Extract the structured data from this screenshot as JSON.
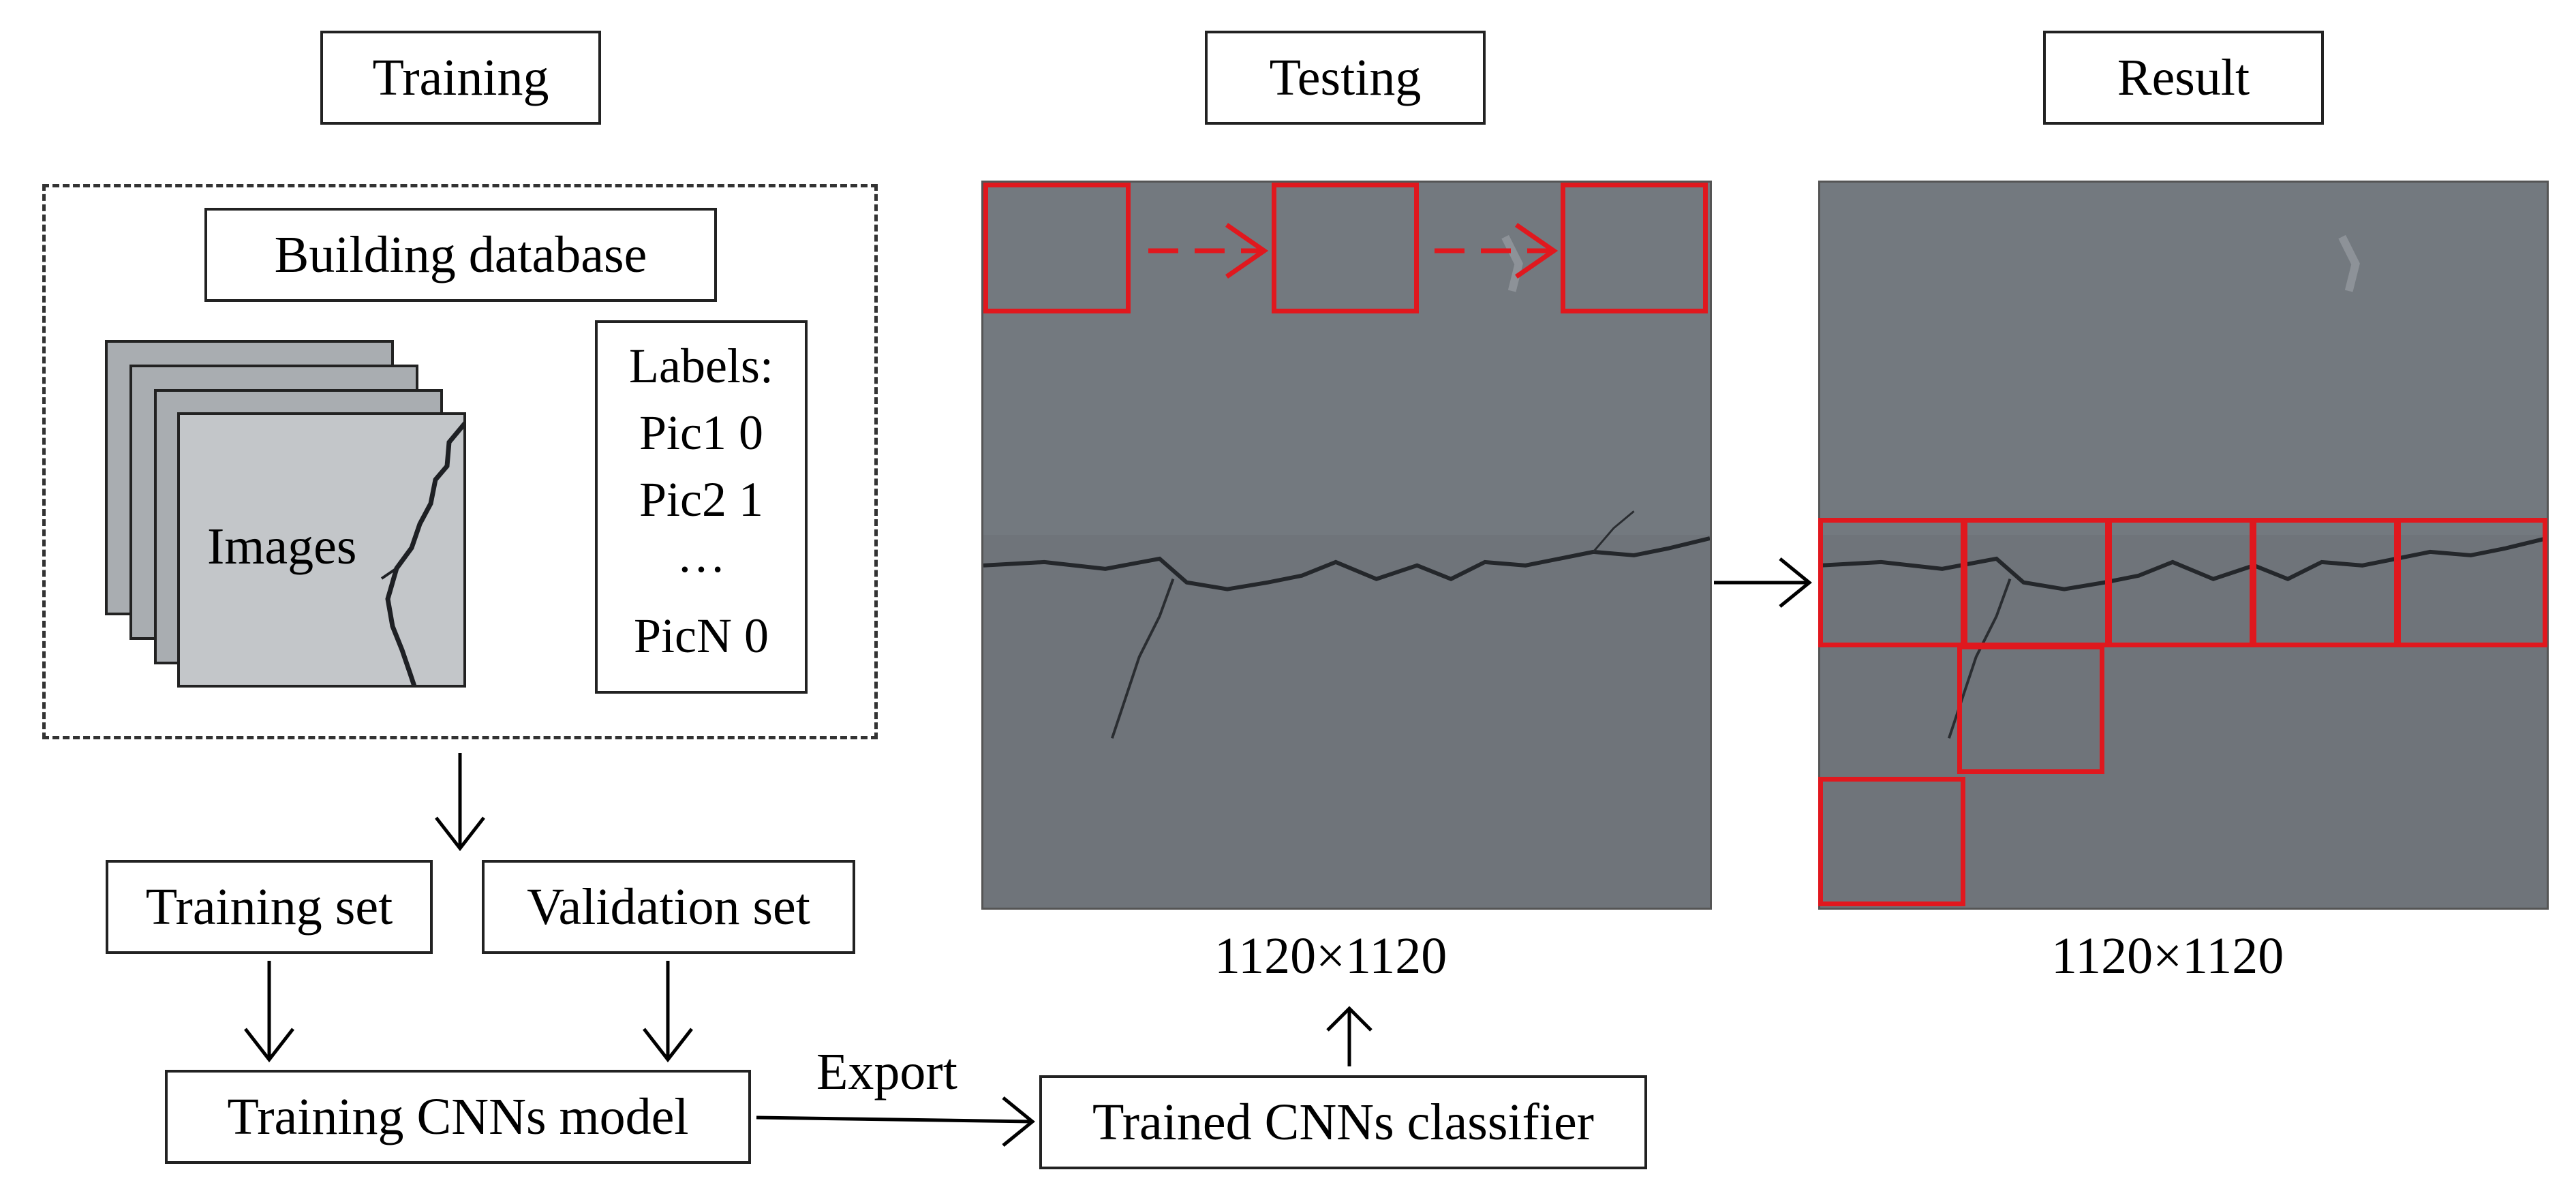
{
  "headers": {
    "training": "Training",
    "testing": "Testing",
    "result": "Result"
  },
  "database": {
    "title": "Building database",
    "images_label": "Images",
    "labels": [
      "Labels:",
      "Pic1 0",
      "Pic2 1",
      "…",
      "PicN 0"
    ]
  },
  "sets": {
    "training_set": "Training set",
    "validation_set": "Validation set"
  },
  "model": {
    "training_model": "Training CNNs model",
    "export_label": "Export",
    "trained_classifier": "Trained CNNs classifier"
  },
  "sizes": {
    "testing_size": "1120×1120",
    "result_size": "1120×1120"
  },
  "colors": {
    "detection_box": "#e0181e",
    "pavement": "#6f747a",
    "crack": "#1c1e22"
  }
}
